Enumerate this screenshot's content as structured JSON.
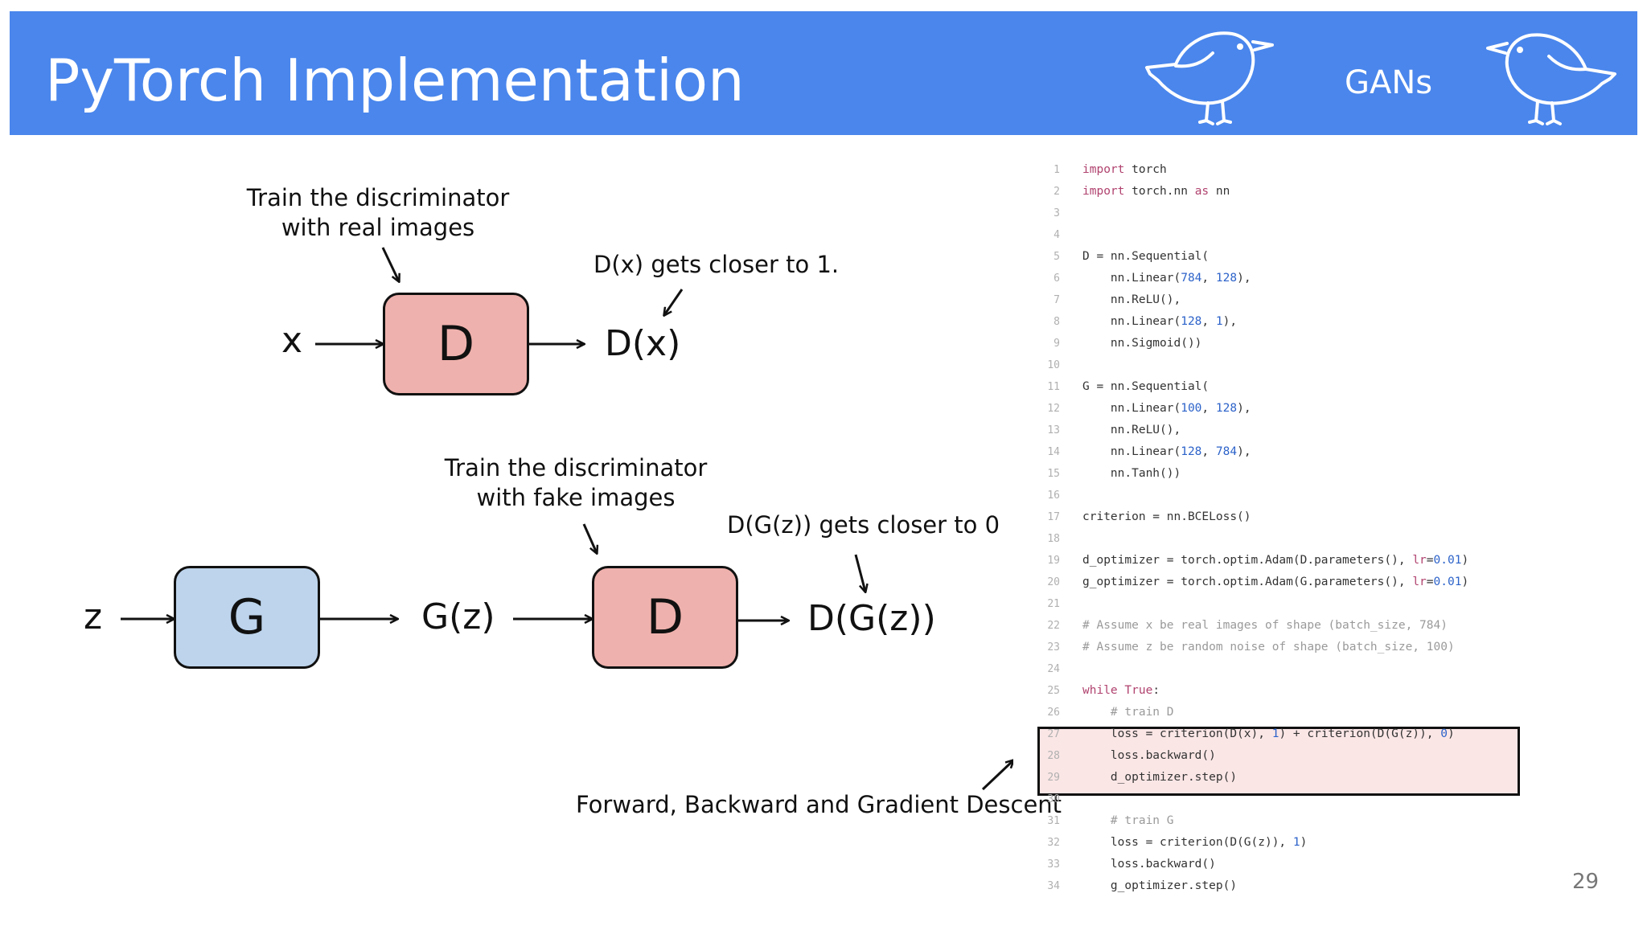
{
  "header": {
    "title": "PyTorch Implementation",
    "tag": "GANs"
  },
  "diagram": {
    "top_caption_line1": "Train the discriminator",
    "top_caption_line2": "with real images",
    "top_note": "D(x) gets closer to 1.",
    "x_label": "x",
    "d_label": "D",
    "dx_label": "D(x)",
    "bottom_caption_line1": "Train the discriminator",
    "bottom_caption_line2": "with fake images",
    "bottom_note": "D(G(z)) gets closer to 0",
    "z_label": "z",
    "g_label": "G",
    "gz_label": "G(z)",
    "d2_label": "D",
    "dgz_label": "D(G(z))",
    "footer_caption": "Forward, Backward and Gradient Descent"
  },
  "code": {
    "lines": [
      {
        "n": "1",
        "t": "import torch"
      },
      {
        "n": "2",
        "t": "import torch.nn as nn"
      },
      {
        "n": "3",
        "t": ""
      },
      {
        "n": "4",
        "t": ""
      },
      {
        "n": "5",
        "t": "D = nn.Sequential("
      },
      {
        "n": "6",
        "t": "    nn.Linear(784, 128),"
      },
      {
        "n": "7",
        "t": "    nn.ReLU(),"
      },
      {
        "n": "8",
        "t": "    nn.Linear(128, 1),"
      },
      {
        "n": "9",
        "t": "    nn.Sigmoid())"
      },
      {
        "n": "10",
        "t": ""
      },
      {
        "n": "11",
        "t": "G = nn.Sequential("
      },
      {
        "n": "12",
        "t": "    nn.Linear(100, 128),"
      },
      {
        "n": "13",
        "t": "    nn.ReLU(),"
      },
      {
        "n": "14",
        "t": "    nn.Linear(128, 784),"
      },
      {
        "n": "15",
        "t": "    nn.Tanh())"
      },
      {
        "n": "16",
        "t": ""
      },
      {
        "n": "17",
        "t": "criterion = nn.BCELoss()"
      },
      {
        "n": "18",
        "t": ""
      },
      {
        "n": "19",
        "t": "d_optimizer = torch.optim.Adam(D.parameters(), lr=0.01)"
      },
      {
        "n": "20",
        "t": "g_optimizer = torch.optim.Adam(G.parameters(), lr=0.01)"
      },
      {
        "n": "21",
        "t": ""
      },
      {
        "n": "22",
        "t": "# Assume x be real images of shape (batch_size, 784)"
      },
      {
        "n": "23",
        "t": "# Assume z be random noise of shape (batch_size, 100)"
      },
      {
        "n": "24",
        "t": ""
      },
      {
        "n": "25",
        "t": "while True:"
      },
      {
        "n": "26",
        "t": "    # train D"
      },
      {
        "n": "27",
        "t": "    loss = criterion(D(x), 1) + criterion(D(G(z)), 0)"
      },
      {
        "n": "28",
        "t": "    loss.backward()"
      },
      {
        "n": "29",
        "t": "    d_optimizer.step()"
      },
      {
        "n": "30",
        "t": ""
      },
      {
        "n": "31",
        "t": "    # train G"
      },
      {
        "n": "32",
        "t": "    loss = criterion(D(G(z)), 1)"
      },
      {
        "n": "33",
        "t": "    loss.backward()"
      },
      {
        "n": "34",
        "t": "    g_optimizer.step()"
      }
    ]
  },
  "page_number": "29"
}
